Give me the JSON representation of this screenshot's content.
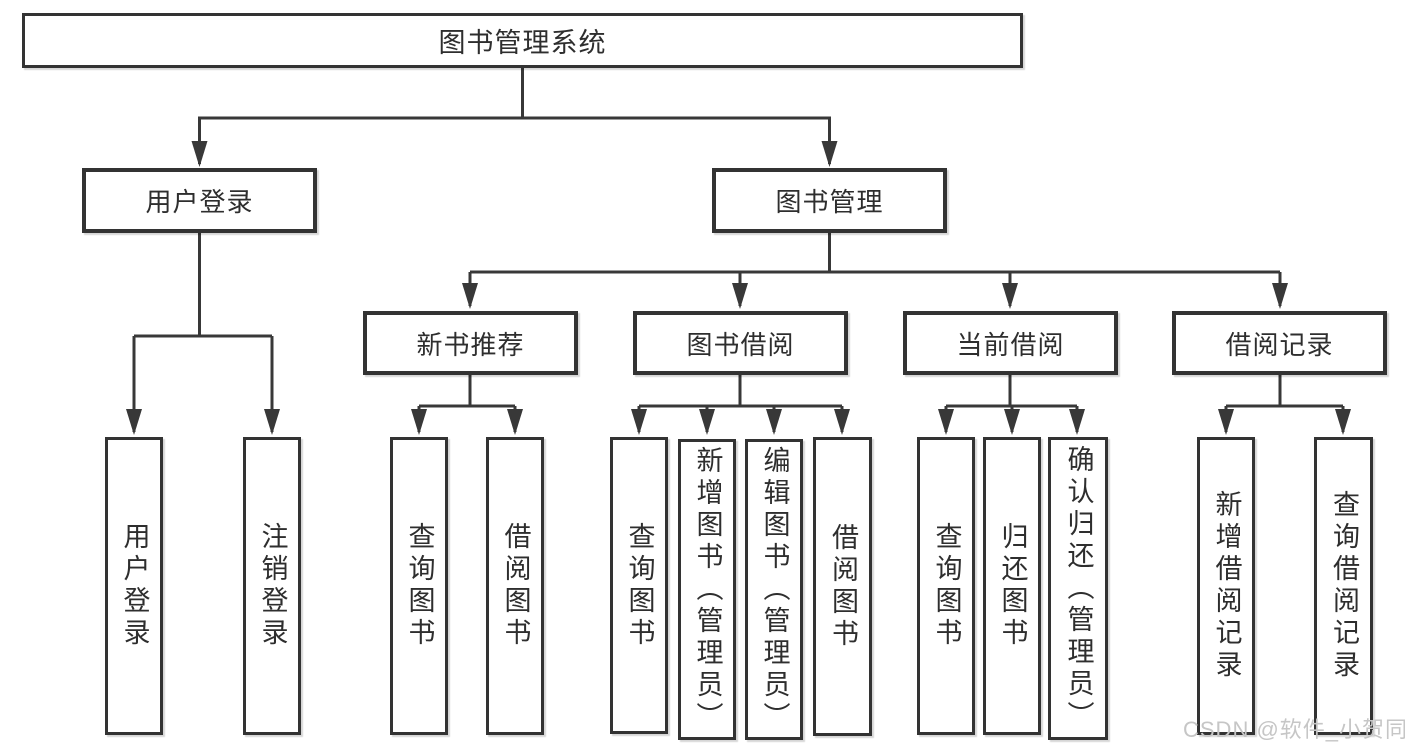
{
  "diagram": {
    "title": "图书管理系统",
    "nodes": {
      "root": {
        "label": "图书管理系统"
      },
      "branches": [
        {
          "label": "用户登录"
        },
        {
          "label": "图书管理"
        }
      ],
      "modules": [
        {
          "label": "新书推荐",
          "parent": "图书管理"
        },
        {
          "label": "图书借阅",
          "parent": "图书管理"
        },
        {
          "label": "当前借阅",
          "parent": "图书管理"
        },
        {
          "label": "借阅记录",
          "parent": "图书管理"
        }
      ],
      "functions": [
        {
          "label": "用户登录",
          "parent": "用户登录"
        },
        {
          "label": "注销登录",
          "parent": "用户登录"
        },
        {
          "label": "查询图书",
          "parent": "新书推荐"
        },
        {
          "label": "借阅图书",
          "parent": "新书推荐"
        },
        {
          "label": "查询图书",
          "parent": "图书借阅"
        },
        {
          "label": "新增图书（管理员）",
          "parent": "图书借阅"
        },
        {
          "label": "编辑图书（管理员）",
          "parent": "图书借阅"
        },
        {
          "label": "借阅图书",
          "parent": "图书借阅"
        },
        {
          "label": "查询图书",
          "parent": "当前借阅"
        },
        {
          "label": "归还图书",
          "parent": "当前借阅"
        },
        {
          "label": "确认归还（管理员）",
          "parent": "当前借阅"
        },
        {
          "label": "新增借阅记录",
          "parent": "借阅记录"
        },
        {
          "label": "查询借阅记录",
          "parent": "借阅记录"
        }
      ]
    },
    "colors": {
      "line": "#383838",
      "box_border": "#333333",
      "text": "#2e2e2e",
      "background": "#ffffff",
      "watermark": "#c6c6c6"
    }
  },
  "watermark": {
    "text": "CSDN @软件_小贺同学"
  }
}
